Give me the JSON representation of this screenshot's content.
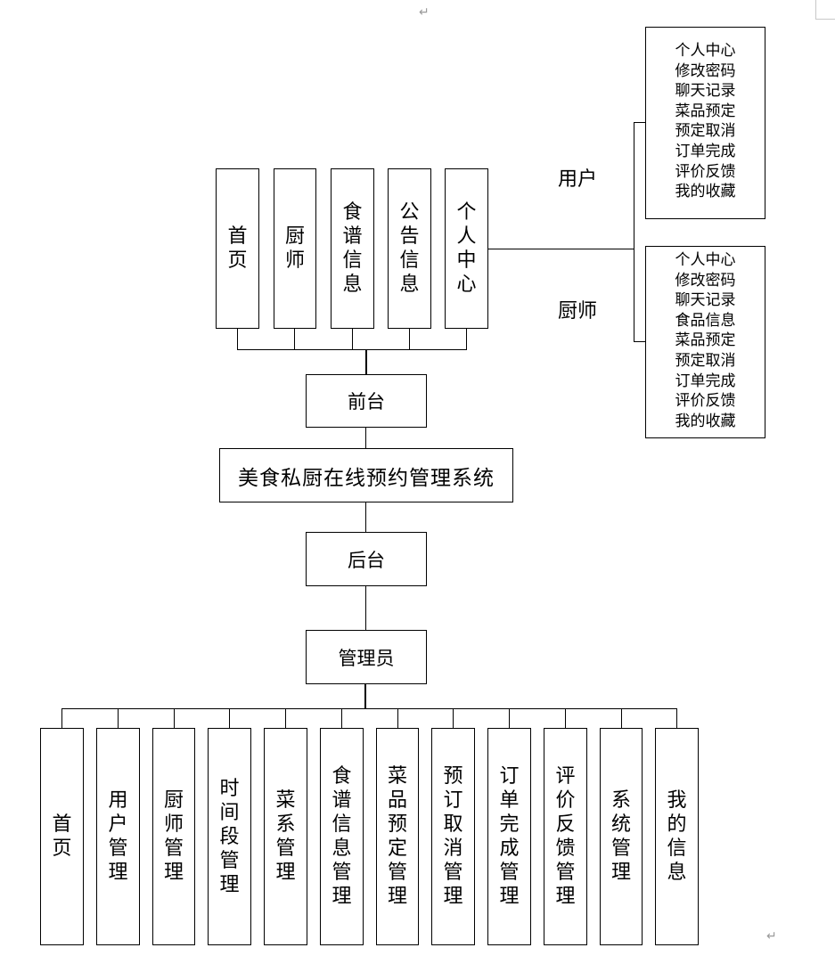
{
  "system": {
    "title": "美食私厨在线预约管理系统"
  },
  "frontend": {
    "label": "前台",
    "items": [
      "首页",
      "厨师",
      "食谱信息",
      "公告信息",
      "个人中心"
    ]
  },
  "roles": {
    "user": {
      "label": "用户",
      "items": [
        "个人中心",
        "修改密码",
        "聊天记录",
        "菜品预定",
        "预定取消",
        "订单完成",
        "评价反馈",
        "我的收藏"
      ]
    },
    "chef": {
      "label": "厨师",
      "items": [
        "个人中心",
        "修改密码",
        "聊天记录",
        "食品信息",
        "菜品预定",
        "预定取消",
        "订单完成",
        "评价反馈",
        "我的收藏"
      ]
    }
  },
  "backend": {
    "label": "后台"
  },
  "admin": {
    "label": "管理员",
    "items": [
      "首页",
      "用户管理",
      "厨师管理",
      "时间段管理",
      "菜系管理",
      "食谱信息管理",
      "菜品预定管理",
      "预订取消管理",
      "订单完成管理",
      "评价反馈管理",
      "系统管理",
      "我的信息"
    ]
  },
  "marks": {
    "paragraph": "↵"
  }
}
